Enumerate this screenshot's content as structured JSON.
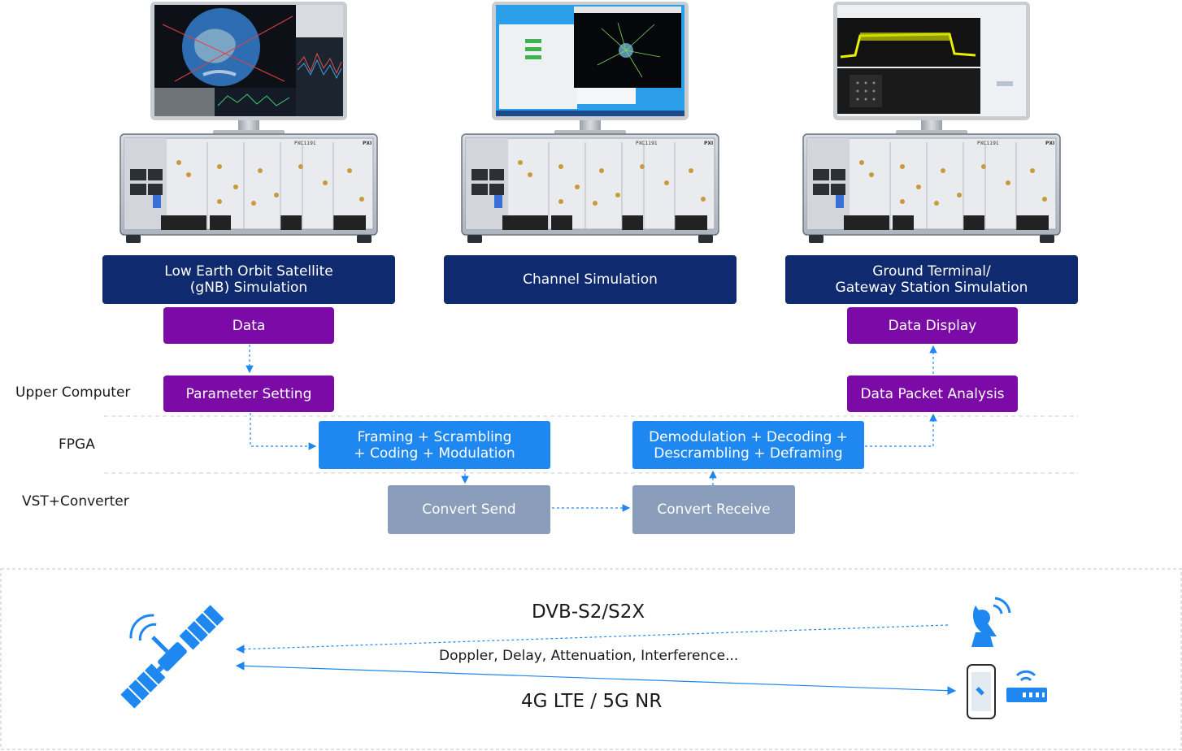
{
  "boxes": {
    "leo_sim": "Low Earth Orbit Satellite\n(gNB) Simulation",
    "channel_sim": "Channel Simulation",
    "ground_sim": "Ground Terminal/\nGateway Station Simulation",
    "data": "Data",
    "param_setting": "Parameter Setting",
    "data_display": "Data Display",
    "packet_analysis": "Data Packet Analysis",
    "framing": "Framing + Scrambling\n+ Coding + Modulation",
    "demod": "Demodulation + Decoding +\nDescrambling + Deframing",
    "convert_send": "Convert Send",
    "convert_receive": "Convert Receive"
  },
  "row_labels": {
    "upper_computer": "Upper Computer",
    "fpga": "FPGA",
    "vst": "VST+Converter"
  },
  "instrument": {
    "model": "PXC1191",
    "bus": "PXI"
  },
  "links": {
    "dvb": "DVB-S2/S2X",
    "impairments": "Doppler, Delay, Attenuation, Interference...",
    "cellular": "4G LTE / 5G NR"
  },
  "colors": {
    "navy": "#0f2a6e",
    "purple": "#7b0aa6",
    "blue": "#1e88f0",
    "gray": "#8a9dbb",
    "icon_blue": "#1e88f0"
  }
}
